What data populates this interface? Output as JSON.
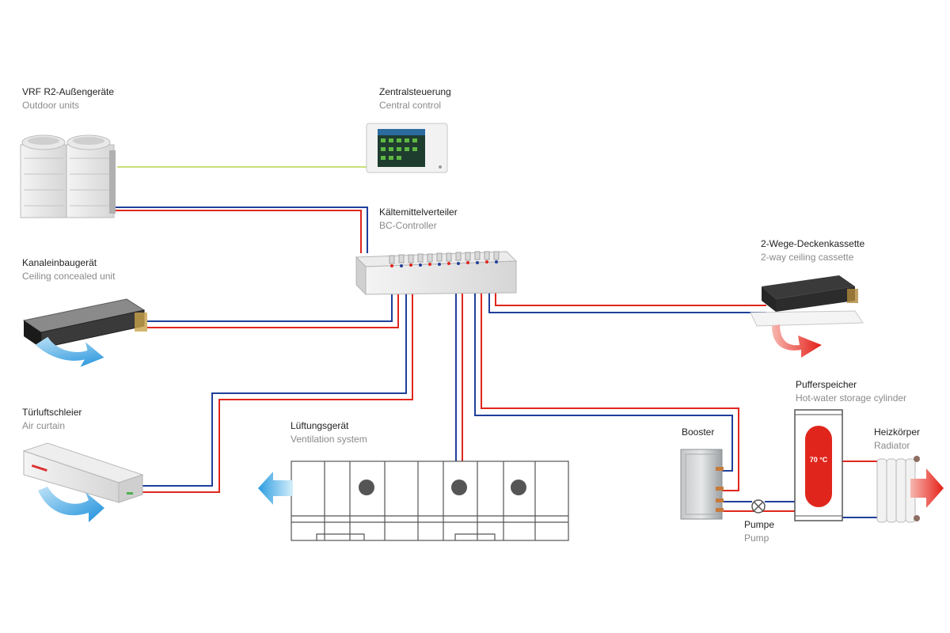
{
  "colors": {
    "refrigerant_liquid": "#1f3f9a",
    "refrigerant_gas": "#e0261c",
    "control_line": "#c9df7a",
    "airflow_cool": "#2a9de0",
    "airflow_warm": "#e8241c"
  },
  "components": {
    "outdoor_units": {
      "de": "VRF R2-Außengeräte",
      "en": "Outdoor units"
    },
    "central_control": {
      "de": "Zentralsteuerung",
      "en": "Central control"
    },
    "bc_controller": {
      "de": "Kältemittelverteiler",
      "en": "BC-Controller"
    },
    "ceiling_concealed": {
      "de": "Kanaleinbaugerät",
      "en": "Ceiling concealed unit"
    },
    "ceiling_cassette": {
      "de": "2-Wege-Deckenkassette",
      "en": "2-way ceiling cassette"
    },
    "air_curtain": {
      "de": "Türluftschleier",
      "en": "Air curtain"
    },
    "ventilation": {
      "de": "Lüftungsgerät",
      "en": "Ventilation system"
    },
    "booster": {
      "de": "Booster"
    },
    "buffer_tank": {
      "de": "Pufferspeicher",
      "en": "Hot-water storage cylinder",
      "temperature": "70 °C"
    },
    "radiator": {
      "de": "Heizkörper",
      "en": "Radiator"
    },
    "pump": {
      "de": "Pumpe",
      "en": "Pump"
    }
  }
}
